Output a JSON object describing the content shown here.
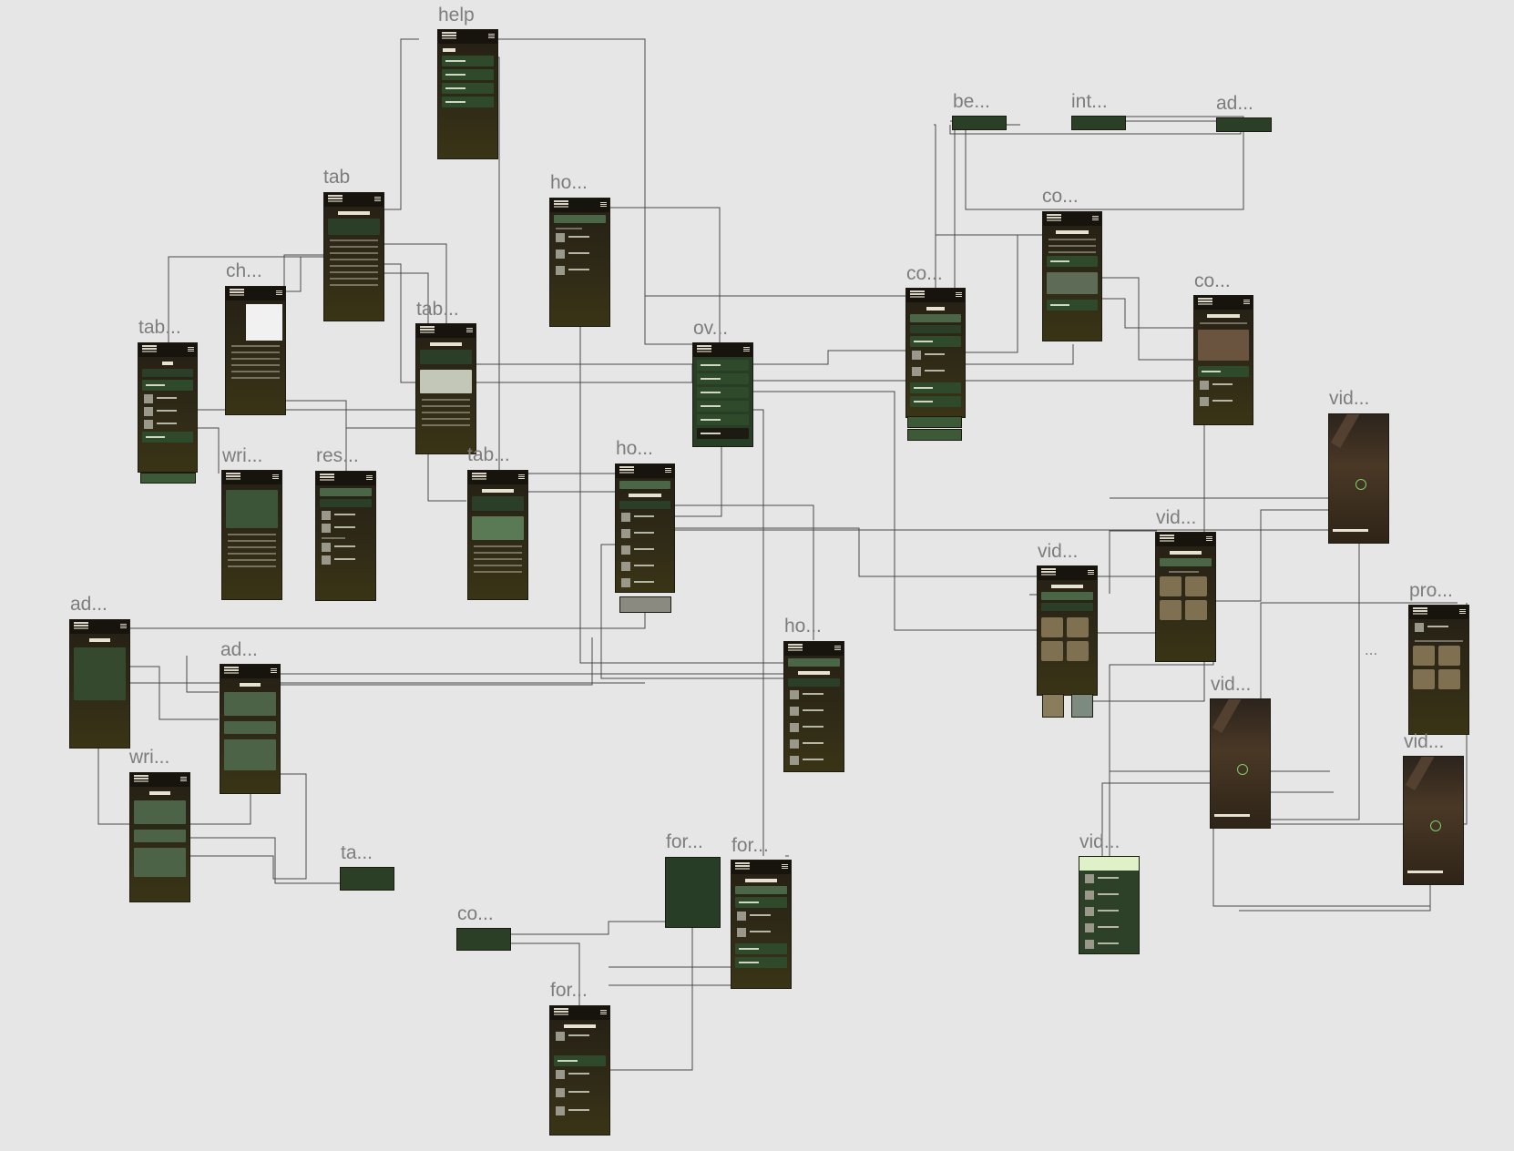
{
  "canvas": {
    "frames": [
      {
        "id": "help",
        "label": "help"
      },
      {
        "id": "tab-detail",
        "label": "tab"
      },
      {
        "id": "chords",
        "label": "ch..."
      },
      {
        "id": "tabs-list",
        "label": "tab..."
      },
      {
        "id": "tab-tuner",
        "label": "tab..."
      },
      {
        "id": "tab-transpose",
        "label": "tab..."
      },
      {
        "id": "write",
        "label": "wri..."
      },
      {
        "id": "results",
        "label": "res..."
      },
      {
        "id": "home-search",
        "label": "ho..."
      },
      {
        "id": "overview-menu",
        "label": "ov..."
      },
      {
        "id": "home-popular",
        "label": "ho..."
      },
      {
        "id": "home-popular-2",
        "label": "ho..."
      },
      {
        "id": "add-picture",
        "label": "ad..."
      },
      {
        "id": "add-tab",
        "label": "ad..."
      },
      {
        "id": "write-tab",
        "label": "wri..."
      },
      {
        "id": "tab-toast",
        "label": "ta..."
      },
      {
        "id": "comment-toast",
        "label": "co..."
      },
      {
        "id": "forum-post",
        "label": "for..."
      },
      {
        "id": "forum-home",
        "label": "for..."
      },
      {
        "id": "forum-thread",
        "label": "for..."
      },
      {
        "id": "be-flow",
        "label": "be..."
      },
      {
        "id": "int-flow",
        "label": "int..."
      },
      {
        "id": "ad-flow",
        "label": "ad..."
      },
      {
        "id": "course-detail",
        "label": "co..."
      },
      {
        "id": "courses",
        "label": "co..."
      },
      {
        "id": "course-comments",
        "label": "co..."
      },
      {
        "id": "video-player-1",
        "label": "vid..."
      },
      {
        "id": "video-list",
        "label": "vid..."
      },
      {
        "id": "video-community",
        "label": "vid..."
      },
      {
        "id": "video-player-2",
        "label": "vid..."
      },
      {
        "id": "profile",
        "label": "pro..."
      },
      {
        "id": "video-player-3",
        "label": "vid..."
      },
      {
        "id": "video-comments",
        "label": "vid..."
      }
    ],
    "ellipsis": "..."
  }
}
